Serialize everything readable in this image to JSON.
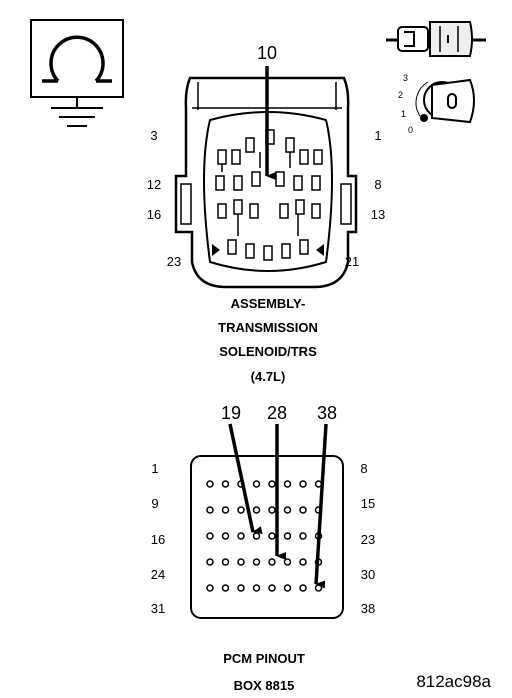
{
  "connector": {
    "callout_pin": "10",
    "pin_labels": {
      "top_left": "3",
      "top_right": "1",
      "mid_left": "12",
      "mid_right": "8",
      "low_left": "16",
      "low_right": "13",
      "bottom_left": "23",
      "bottom_right": "21"
    },
    "caption": [
      "ASSEMBLY-",
      "TRANSMISSION",
      "SOLENOID/TRS",
      "(4.7L)"
    ]
  },
  "meter": {
    "switch_positions": [
      "3",
      "2",
      "1",
      "0"
    ]
  },
  "pcm": {
    "callout_pins": [
      "19",
      "28",
      "38"
    ],
    "row_labels_left": [
      "1",
      "9",
      "16",
      "24",
      "31"
    ],
    "row_labels_right": [
      "8",
      "15",
      "23",
      "30",
      "38"
    ],
    "caption": [
      "PCM PINOUT",
      "BOX 8815"
    ]
  },
  "figure_id": "812ac98a"
}
